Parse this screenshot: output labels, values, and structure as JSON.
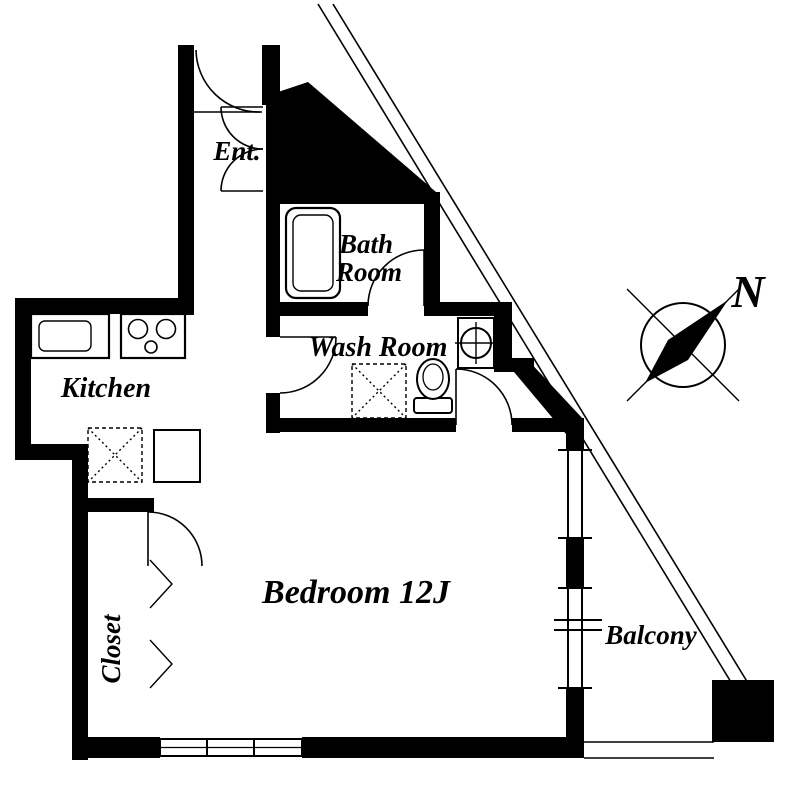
{
  "floorplan": {
    "type": "apartment-floor-plan",
    "rooms": {
      "entrance": {
        "label": "Ent."
      },
      "bathroom": {
        "label_line1": "Bath",
        "label_line2": "Room"
      },
      "washroom": {
        "label": "Wash Room"
      },
      "kitchen": {
        "label": "Kitchen"
      },
      "bedroom": {
        "label": "Bedroom 12J"
      },
      "closet": {
        "label": "Closet"
      },
      "balcony": {
        "label": "Balcony"
      }
    },
    "compass": {
      "north_label": "N"
    },
    "colors": {
      "wall": "#000000",
      "floor": "#ffffff"
    }
  }
}
